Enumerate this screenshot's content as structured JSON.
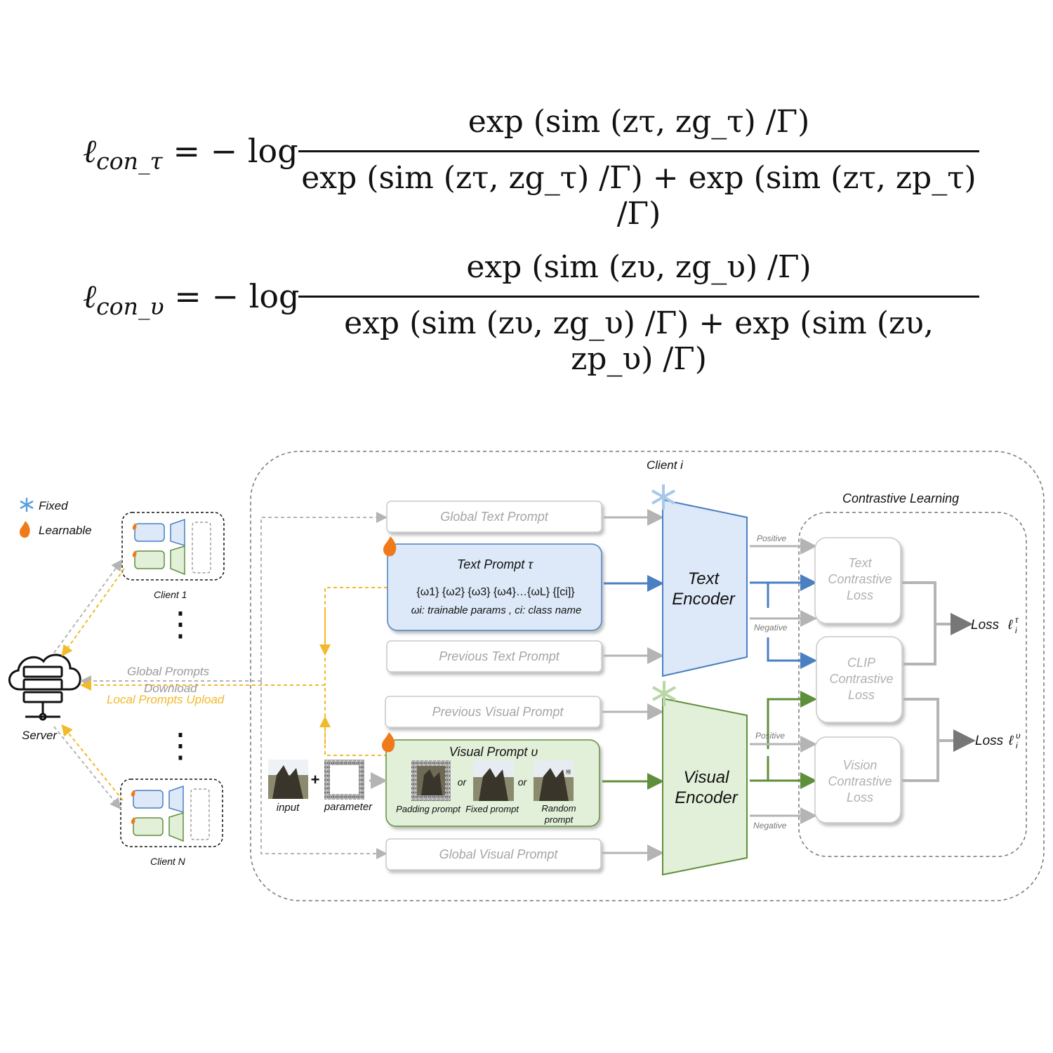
{
  "equations": [
    {
      "lhs_symbol": "ℓ",
      "lhs_sub": "con_τ",
      "lhs_rest": "= − log",
      "numerator": "exp (sim (zτ, zg_τ) /Γ)",
      "denominator": "exp (sim (zτ, zg_τ) /Γ) + exp (sim (zτ, zp_τ) /Γ)"
    },
    {
      "lhs_symbol": "ℓ",
      "lhs_sub": "con_υ",
      "lhs_rest": "= − log",
      "numerator": "exp (sim (zυ, zg_υ) /Γ)",
      "denominator": "exp (sim (zυ, zg_υ) /Γ) + exp (sim (zυ, zp_υ) /Γ)"
    }
  ],
  "diagram": {
    "legend": {
      "fixed": "Fixed",
      "learnable": "Learnable"
    },
    "server_label": "Server",
    "client_1": "Client 1",
    "client_n": "Client N",
    "download_label_1": "Global Prompts",
    "download_label_2": "Download",
    "upload_label": "Local Prompts Upload",
    "client_i_title": "Client i",
    "global_text_prompt": "Global Text Prompt",
    "text_prompt_title": "Text Prompt τ",
    "text_prompt_tokens": "{ω1} {ω2} {ω3} {ω4}…{ωL} {[ci]}",
    "text_prompt_note": "ωi: trainable params , ci: class name",
    "previous_text_prompt": "Previous Text Prompt",
    "previous_visual_prompt": "Previous Visual Prompt",
    "visual_prompt_title": "Visual Prompt υ",
    "input_label": "input",
    "parameter_label": "parameter",
    "or_1": "or",
    "or_2": "or",
    "padding_prompt": "Padding prompt",
    "fixed_prompt": "Fixed prompt",
    "random_prompt_1": "Random",
    "random_prompt_2": "prompt",
    "global_visual_prompt": "Global Visual Prompt",
    "text_encoder_1": "Text",
    "text_encoder_2": "Encoder",
    "visual_encoder_1": "Visual",
    "visual_encoder_2": "Encoder",
    "contrastive_title": "Contrastive Learning",
    "positive_1": "Positive",
    "negative_1": "Negative",
    "positive_2": "Positive",
    "negative_2": "Negative",
    "text_loss": [
      "Text",
      "Contrastive",
      "Loss"
    ],
    "clip_loss": [
      "CLIP",
      "Contrastive",
      "Loss"
    ],
    "vision_loss": [
      "Vision",
      "Contrastive",
      "Loss"
    ],
    "loss_text": "Loss",
    "loss_visual": "Loss",
    "plus_sign": "+",
    "dots_1": "⋮",
    "dots_2": "⋮"
  },
  "colors": {
    "blue_fill": "#dde9f8",
    "blue_stroke": "#4a7fc1",
    "green_fill": "#e2efd9",
    "green_stroke": "#5f8f3a",
    "gray_arrow": "#b4b4b4",
    "yellow_arrow": "#f2b92a",
    "blue_arrow": "#4a7fc1",
    "green_arrow": "#5f8f3a"
  }
}
